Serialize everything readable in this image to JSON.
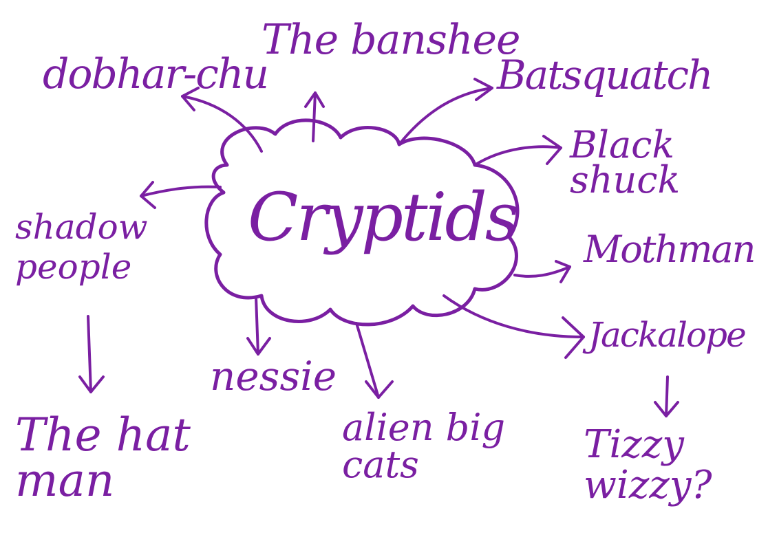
{
  "mindmap": {
    "ink_color": "#7A1FA2",
    "center": {
      "label": "Cryptids"
    },
    "nodes": [
      {
        "id": "dobhar-chu",
        "label": "dobhar-chu"
      },
      {
        "id": "banshee",
        "label": "The banshee"
      },
      {
        "id": "batsquatch",
        "label": "Batsquatch"
      },
      {
        "id": "black-shuck",
        "label": "Black\nshuck"
      },
      {
        "id": "mothman",
        "label": "Mothman"
      },
      {
        "id": "jackalope",
        "label": "Jackalope"
      },
      {
        "id": "tizzy-wizzy",
        "label": "Tizzy\nwizzy?"
      },
      {
        "id": "alien-big-cats",
        "label": "alien big\ncats"
      },
      {
        "id": "nessie",
        "label": "nessie"
      },
      {
        "id": "shadow-people",
        "label": "shadow\npeople"
      },
      {
        "id": "hat-man",
        "label": "The hat\nman"
      }
    ]
  }
}
